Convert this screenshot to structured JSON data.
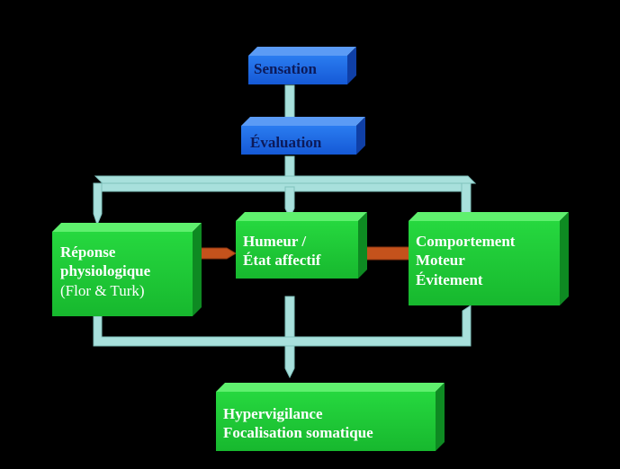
{
  "colors": {
    "background": "#000000",
    "blue_box": "#1f6fe8",
    "green_box": "#1fcf3a",
    "connector": "#a8e0dc",
    "arrow_orange": "#c4521c",
    "text": "#ffffff"
  },
  "boxes": {
    "sensation": {
      "lines": [
        "Sensation"
      ]
    },
    "evaluation": {
      "lines": [
        "Évaluation"
      ]
    },
    "physio": {
      "lines": [
        "Réponse",
        "physiologique",
        "(Flor & Turk)"
      ]
    },
    "humeur": {
      "lines": [
        "Humeur /",
        "État affectif"
      ]
    },
    "comportement": {
      "lines": [
        "Comportement",
        "Moteur",
        "Évitement"
      ]
    },
    "hypervigilance": {
      "lines": [
        "Hypervigilance",
        "Focalisation somatique"
      ]
    }
  }
}
